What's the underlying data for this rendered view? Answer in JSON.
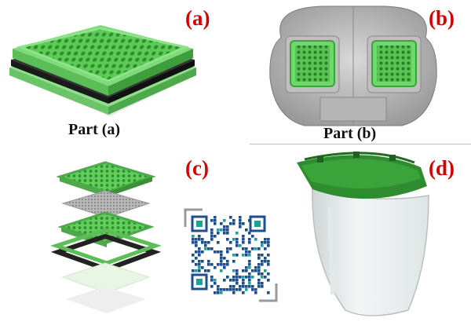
{
  "panels": {
    "a": {
      "tag": "(a)",
      "caption": "Part (a)"
    },
    "b": {
      "tag": "(b)",
      "caption": "Part (b)"
    },
    "c": {
      "tag": "(c)"
    },
    "d": {
      "tag": "(d)"
    }
  },
  "colors": {
    "tag_red": "#d40000",
    "filter_green": "#6fd86a",
    "filter_dark_green": "#3aa33a",
    "shield_green": "#2e8b2e",
    "gasket_black": "#222222",
    "qr_blue": "#1f4e8c",
    "qr_teal": "#1aa39a"
  },
  "icons": [
    "qr-code-icon"
  ]
}
